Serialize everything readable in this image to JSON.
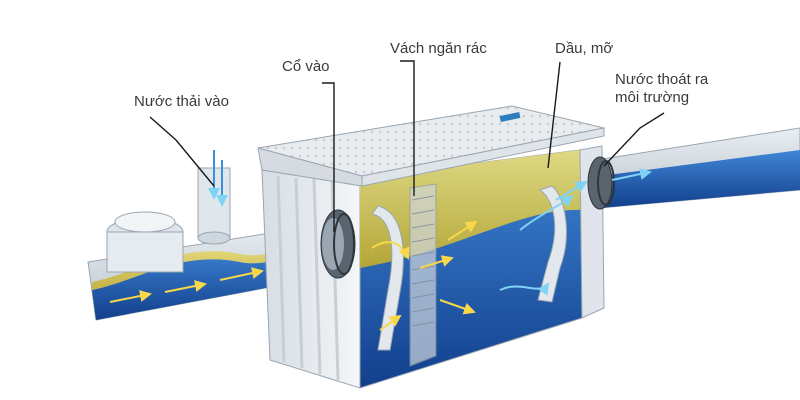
{
  "labels": {
    "inlet": "Nước thải vào",
    "collar": "Cổ vào",
    "screen": "Vách ngăn rác",
    "oil": "Dầu, mỡ",
    "outlet_line1": "Nước thoát ra",
    "outlet_line2": "môi trường"
  },
  "colors": {
    "tank_body": "#eef1f4",
    "water": "#1f5fb8",
    "grease": "#d9c43a",
    "leader_line": "#1a1a1a",
    "text": "#3a3a3a"
  }
}
